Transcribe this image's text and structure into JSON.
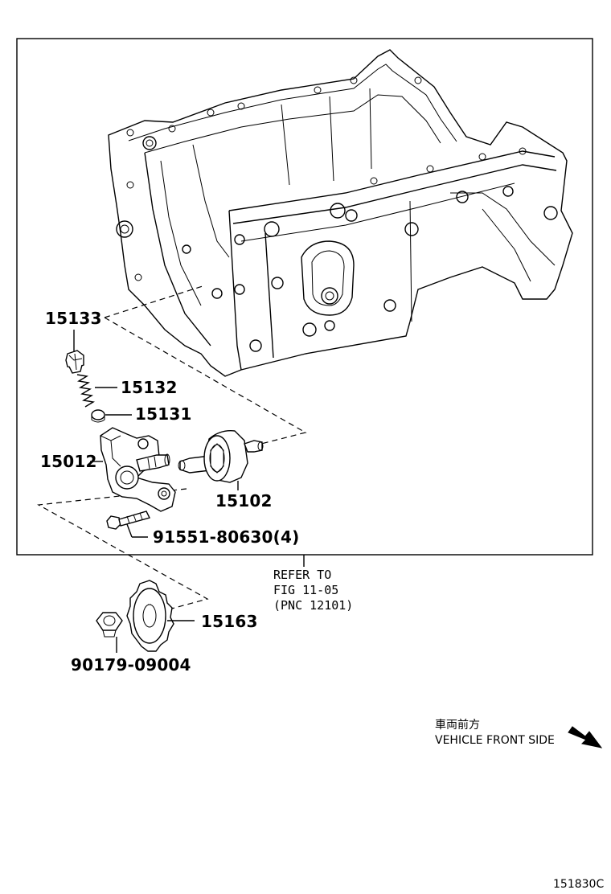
{
  "parts": {
    "p15133": "15133",
    "p15132": "15132",
    "p15131": "15131",
    "p15012": "15012",
    "p15102": "15102",
    "p91551": "91551-80630(4)",
    "p15163": "15163",
    "p90179": "90179-09004"
  },
  "refer": {
    "line1": "REFER TO",
    "line2": "FIG 11-05",
    "line3": "(PNC 12101)"
  },
  "direction": {
    "label_jp": "車両前方",
    "label_en": "VEHICLE FRONT SIDE",
    "icon": "arrow-down-right-icon"
  },
  "figure_code": "151830C"
}
